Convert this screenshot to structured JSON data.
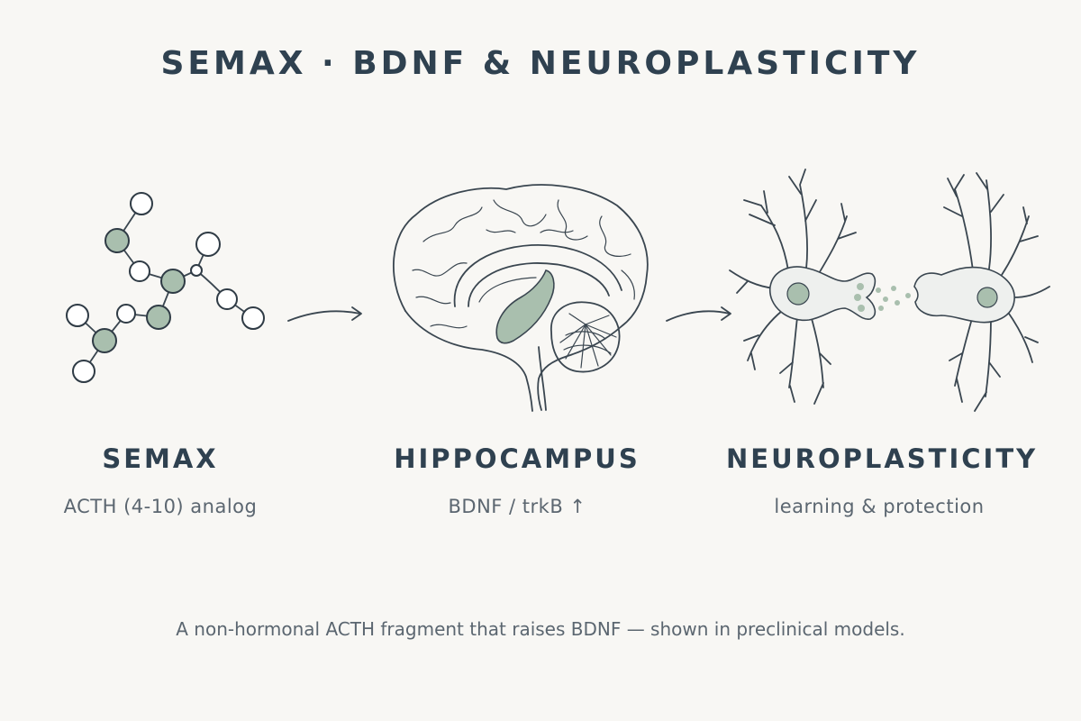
{
  "title": "SEMAX · BDNF & NEUROPLASTICITY",
  "panels": [
    {
      "label": "SEMAX",
      "sub": "ACTH (4-10) analog",
      "icon": "molecule-icon"
    },
    {
      "label": "HIPPOCAMPUS",
      "sub": "BDNF / trkB ↑",
      "icon": "brain-icon"
    },
    {
      "label": "NEUROPLASTICITY",
      "sub": "learning & protection",
      "icon": "neurons-icon"
    }
  ],
  "footer": "A non-hormonal ACTH fragment that raises BDNF — shown in preclinical models.",
  "colors": {
    "background": "#f8f7f4",
    "text": "#2f4150",
    "accent": "#a9bfae"
  }
}
